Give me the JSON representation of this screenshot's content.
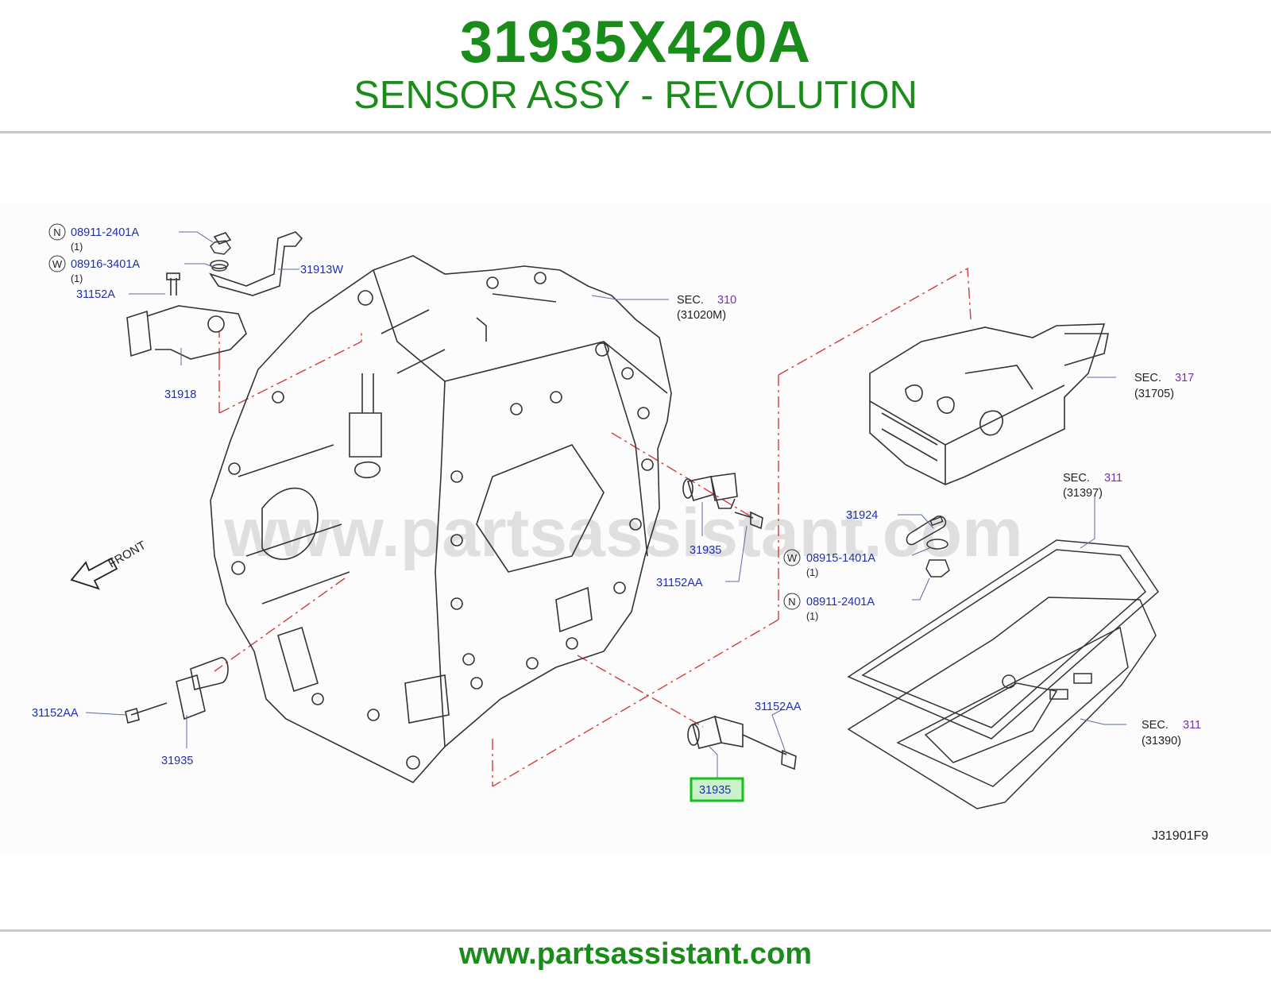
{
  "header": {
    "part_number": "31935X420A",
    "description": "SENSOR ASSY - REVOLUTION"
  },
  "diagram": {
    "watermark": "www.partsassistant.com",
    "front_label": "FRONT",
    "drawing_code": "J31901F9",
    "callouts": {
      "nut_top": {
        "prefix": "N",
        "code": "08911-2401A",
        "qty": "(1)"
      },
      "washer_top": {
        "prefix": "W",
        "code": "08916-3401A",
        "qty": "(1)"
      },
      "bracket": "31913W",
      "bolt_top": "31152A",
      "switch": "31918",
      "sec_310": {
        "sec": "SEC.",
        "num": "310",
        "ref": "(31020M)"
      },
      "sec_317": {
        "sec": "SEC.",
        "num": "317",
        "ref": "(31705)"
      },
      "sec_311_a": {
        "sec": "SEC.",
        "num": "311",
        "ref": "(31397)"
      },
      "sec_311_b": {
        "sec": "SEC.",
        "num": "311",
        "ref": "(31390)"
      },
      "sensor_mid": "31935",
      "bolt_mid": "31152AA",
      "lever": "31924",
      "washer_right": {
        "prefix": "W",
        "code": "08915-1401A",
        "qty": "(1)"
      },
      "nut_right": {
        "prefix": "N",
        "code": "08911-2401A",
        "qty": "(1)"
      },
      "bolt_left": "31152AA",
      "sensor_left": "31935",
      "bolt_bottom": "31152AA",
      "sensor_highlight": "31935"
    }
  },
  "footer": {
    "url": "www.partsassistant.com"
  },
  "colors": {
    "brand_green": "#1a8c1a",
    "callout_blue": "#1f2fae",
    "section_purple": "#7a2fb0",
    "leader_red": "#d43c3c",
    "highlight_green": "#12c21a"
  }
}
